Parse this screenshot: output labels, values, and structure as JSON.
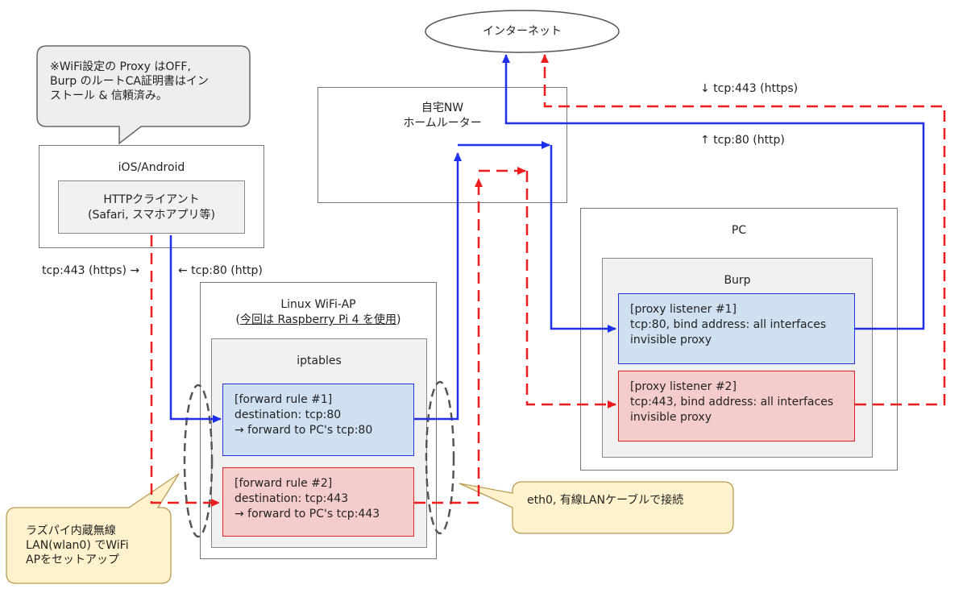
{
  "internet": "インターネット",
  "router": {
    "line1": "自宅NW",
    "line2": "ホームルーター"
  },
  "client_note": {
    "lines": [
      "※WiFi設定の Proxy はOFF,",
      "Burp のルートCA証明書はイン",
      "ストール & 信頼済み。"
    ]
  },
  "device": {
    "title": "iOS/Android",
    "client_line1": "HTTPクライアント",
    "client_line2": "(Safari, スマホアプリ等)"
  },
  "ap": {
    "title": "Linux WiFi-AP",
    "subtitle_open": "(",
    "subtitle": "今回は Raspberry Pi 4 を使用",
    "subtitle_close": ")",
    "iptables": "iptables"
  },
  "rules": [
    {
      "lines": [
        "[forward rule #1]",
        "destination: tcp:80",
        "→ forward to PC's tcp:80"
      ]
    },
    {
      "lines": [
        "[forward rule #2]",
        "destination: tcp:443",
        "→ forward to PC's tcp:443"
      ]
    }
  ],
  "pc": {
    "title": "PC",
    "burp": "Burp"
  },
  "listeners": [
    {
      "lines": [
        "[proxy listener #1]",
        "tcp:80, bind address: all interfaces",
        "invisible proxy"
      ]
    },
    {
      "lines": [
        "[proxy listener #2]",
        "tcp:443, bind address: all interfaces",
        "invisible proxy"
      ]
    }
  ],
  "labels": {
    "https_left": "tcp:443 (https) →",
    "http_left": "← tcp:80 (http)",
    "https_top": "↓ tcp:443 (https)",
    "http_top": "↑ tcp:80 (http)"
  },
  "callouts": {
    "wlan": [
      "ラズパイ内蔵無線",
      "LAN(wlan0) でWiFi",
      "APをセットアップ"
    ],
    "eth": "eth0, 有線LANケーブルで接続"
  },
  "colors": {
    "http": "#1f2ee8",
    "https": "#ee1c1c",
    "note_bg": "#fff2cc",
    "note_border": "#c9a84a",
    "speech_bg": "#eeeeee"
  }
}
